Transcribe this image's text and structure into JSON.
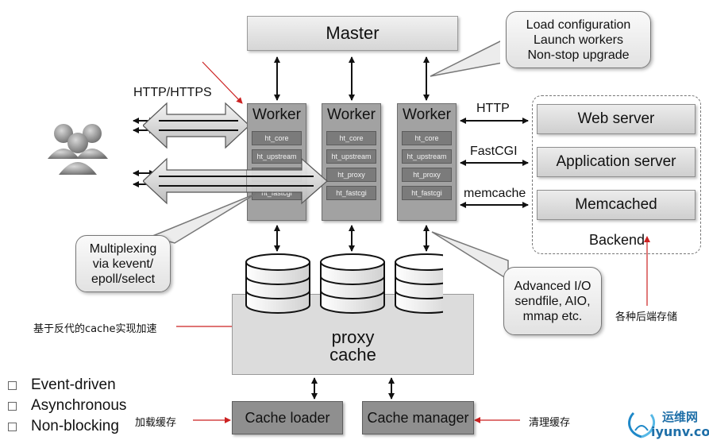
{
  "master": "Master",
  "master_callout": [
    "Load configuration",
    "Launch workers",
    "Non-stop upgrade"
  ],
  "workers": [
    {
      "title": "Worker",
      "modules": [
        "ht_core",
        "ht_upstream",
        "",
        "ht_fastcgi"
      ]
    },
    {
      "title": "Worker",
      "modules": [
        "ht_core",
        "ht_upstream",
        "ht_proxy",
        "ht_fastcgi"
      ]
    },
    {
      "title": "Worker",
      "modules": [
        "ht_core",
        "ht_upstream",
        "ht_proxy",
        "ht_fastcgi"
      ]
    }
  ],
  "protocols": {
    "client": "HTTP/HTTPS",
    "http": "HTTP",
    "fastcgi": "FastCGI",
    "memcache": "memcache"
  },
  "backend": {
    "servers": [
      "Web server",
      "Application server",
      "Memcached"
    ],
    "label": "Backend"
  },
  "multiplex_callout": [
    "Multiplexing",
    "via kevent/",
    "epoll/select"
  ],
  "io_callout": [
    "Advanced I/O",
    "sendfile, AIO,",
    "mmap etc."
  ],
  "proxy_cache": [
    "proxy",
    "cache"
  ],
  "cache_loader": "Cache loader",
  "cache_manager": "Cache manager",
  "features": [
    "Event-driven",
    "Asynchronous",
    "Non-blocking"
  ],
  "annotations": {
    "proxy_cache_cn": "基于反代的cache实现加速",
    "backend_cn": "各种后端存储",
    "loader_cn": "加载缓存",
    "manager_cn": "清理缓存"
  },
  "watermark": {
    "cn": "运维网",
    "url": "iyunv.com"
  },
  "colors": {
    "worker": "#a2a2a2",
    "module": "#7b7b7b",
    "arrow_red": "#cc2222",
    "bottom_box": "#8f8f8f"
  }
}
